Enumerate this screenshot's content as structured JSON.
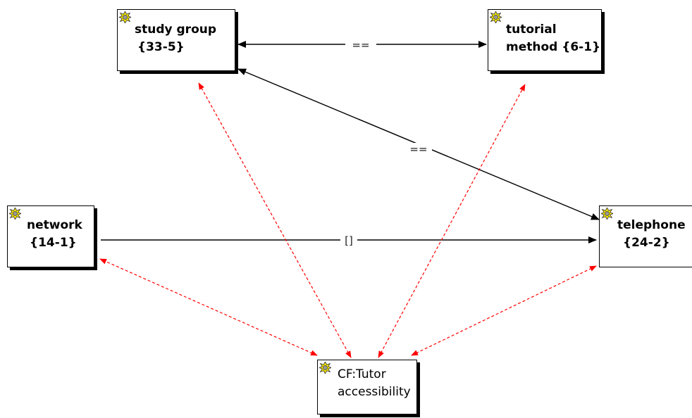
{
  "nodes": {
    "study_group": {
      "line1": "study group",
      "line2": "{33-5}"
    },
    "tutorial_method": {
      "line1": "tutorial",
      "line2": "method {6-1}"
    },
    "network": {
      "line1": "network",
      "line2": "{14-1}"
    },
    "telephone": {
      "line1": "telephone",
      "line2": "{24-2}"
    },
    "cf_tutor": {
      "line1": "CF:Tutor",
      "line2": "accessibility"
    }
  },
  "edges": {
    "study_tutorial": {
      "label": "=="
    },
    "study_telephone": {
      "label": "=="
    },
    "network_telephone": {
      "label": "[]"
    }
  },
  "colors": {
    "solid_edge": "#000000",
    "dashed_edge": "#ff0000",
    "icon_fill": "#ffee00",
    "icon_outline": "#333333"
  },
  "icons": {
    "node_icon": "star-burst-icon"
  }
}
